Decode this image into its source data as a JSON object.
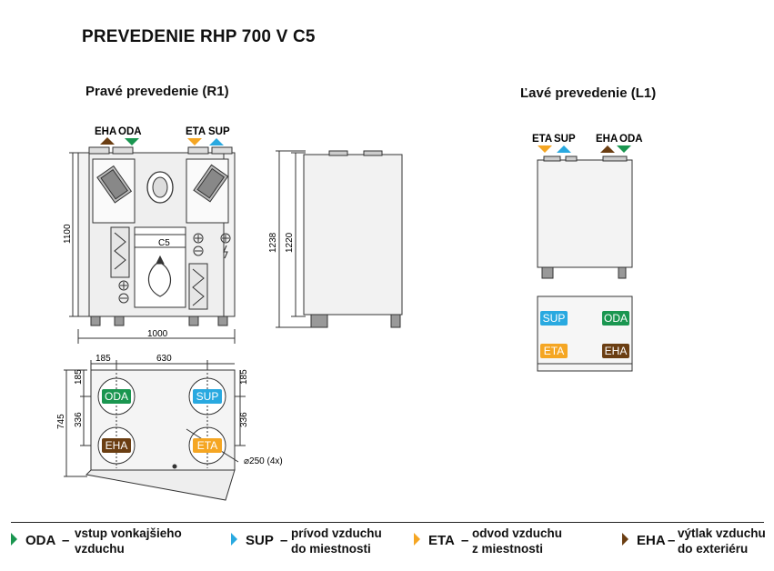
{
  "title": "PREVEDENIE RHP 700 V C5",
  "right_version": {
    "label": "Pravé prevedenie (R1)",
    "top_labels": [
      "EHA",
      "ODA",
      "ETA",
      "SUP"
    ],
    "module_label": "C5"
  },
  "left_version": {
    "label": "Ľavé prevedenie (L1)",
    "top_labels": [
      "ETA",
      "SUP",
      "EHA",
      "ODA"
    ]
  },
  "dimensions": {
    "height_front": "1100",
    "width_front": "1000",
    "height_side_outer": "1238",
    "height_side_inner": "1220",
    "top_185_left": "185",
    "top_630": "630",
    "side_185_a": "185",
    "side_336_a": "336",
    "side_745": "745",
    "side_185_b": "185",
    "side_336_b": "336",
    "pipe_diameter": "⌀250 (4x)"
  },
  "colors": {
    "ODA": "#1a9650",
    "SUP": "#29a9e0",
    "ETA": "#f5a623",
    "EHA": "#6b3e12"
  },
  "legend": [
    {
      "code": "ODA",
      "dash": "–",
      "desc_line1": "vstup vonkajšieho",
      "desc_line2": "vzduchu",
      "color": "#1a9650"
    },
    {
      "code": "SUP",
      "dash": "–",
      "desc_line1": "prívod vzduchu",
      "desc_line2": "do miestnosti",
      "color": "#29a9e0"
    },
    {
      "code": "ETA",
      "dash": "–",
      "desc_line1": "odvod vzduchu",
      "desc_line2": "z miestnosti",
      "color": "#f5a623"
    },
    {
      "code": "EHA",
      "dash": "–",
      "desc_line1": "výtlak vzduchu",
      "desc_line2": "do exteriéru",
      "color": "#6b3e12"
    }
  ]
}
